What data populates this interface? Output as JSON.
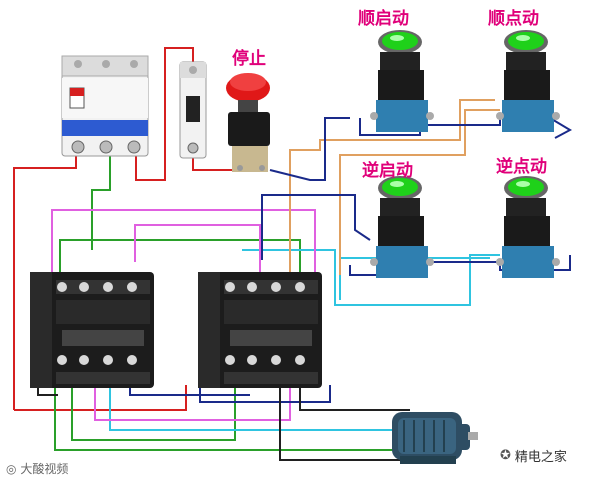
{
  "labels": {
    "stop": "停止",
    "forward_start": "顺启动",
    "forward_jog": "顺点动",
    "reverse_start": "逆启动",
    "reverse_jog": "逆点动"
  },
  "watermarks": {
    "left": "大酸视频",
    "right": "精电之家"
  },
  "colors": {
    "label": "#e0007a",
    "button_green": "#1fd11a",
    "button_red": "#e01818",
    "wire_red": "#d62020",
    "wire_green": "#2aa02a",
    "wire_blue": "#1a2a8a",
    "wire_cyan": "#2fc4e0",
    "wire_pink": "#e060e0",
    "wire_orange": "#e0a060",
    "wire_black": "#202020"
  }
}
